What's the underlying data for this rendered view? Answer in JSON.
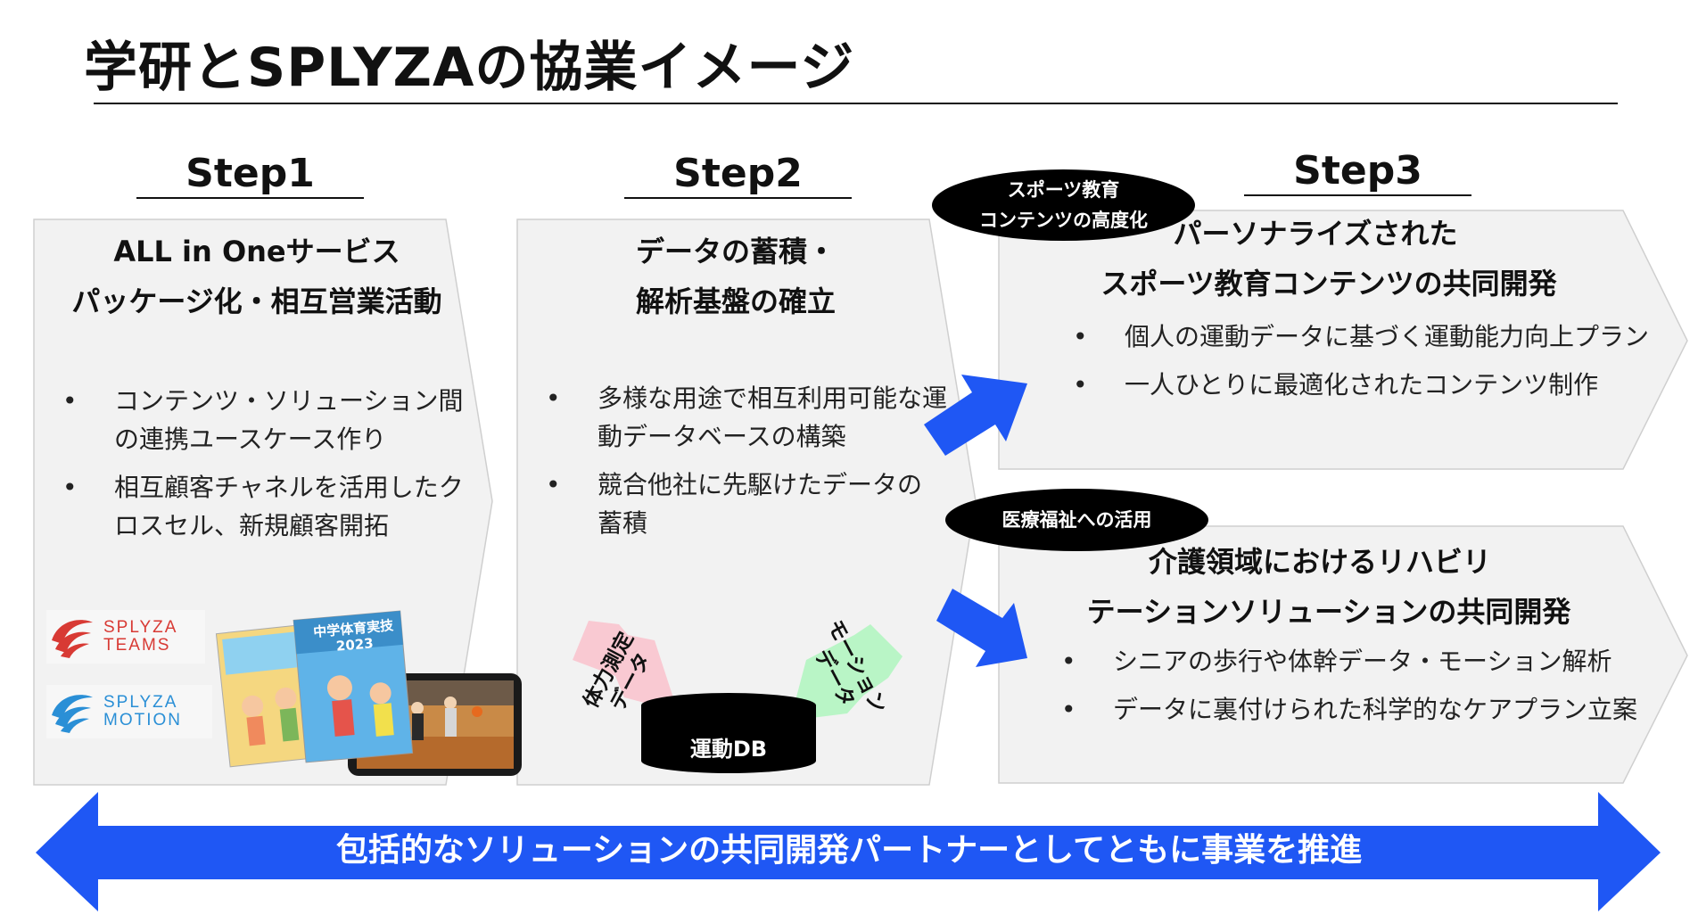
{
  "title": "学研とSPLYZAの協業イメージ",
  "steps": [
    {
      "label": "Step1",
      "title_lines": [
        "ALL in Oneサービス",
        "パッケージ化・相互営業活動"
      ],
      "bullets": [
        [
          "コンテンツ・ソリューション間",
          "の連携ユースケース作り"
        ],
        [
          "相互顧客チャネルを活用したク",
          "ロスセル、新規顧客開拓"
        ]
      ],
      "logos": [
        {
          "line1": "SPLYZA",
          "line2": "TEAMS",
          "color": "#d83a34"
        },
        {
          "line1": "SPLYZA",
          "line2": "MOTION",
          "color": "#2a8fd6"
        }
      ],
      "book_title": "中学体育実技",
      "book_year": "2023"
    },
    {
      "label": "Step2",
      "title_lines": [
        "データの蓄積・",
        "解析基盤の確立"
      ],
      "bullets": [
        [
          "多様な用途で相互利用可能な運",
          "動データベースの構築"
        ],
        [
          "競合他社に先駆けたデータの",
          "蓄積"
        ]
      ],
      "db_label": "運動DB",
      "left_arrow_label": [
        "体力測定",
        "データ"
      ],
      "right_arrow_label": [
        "モーション",
        "データ"
      ]
    },
    {
      "label": "Step3",
      "upper": {
        "badge": [
          "スポーツ教育",
          "コンテンツの高度化"
        ],
        "title_lines": [
          "パーソナライズされた",
          "スポーツ教育コンテンツの共同開発"
        ],
        "bullets": [
          "個人の運動データに基づく運動能力向上プラン",
          "一人ひとりに最適化されたコンテンツ制作"
        ]
      },
      "lower": {
        "badge": [
          "医療福祉への活用"
        ],
        "title_lines": [
          "介護領域におけるリハビリ",
          "テーションソリューションの共同開発"
        ],
        "bullets": [
          "シニアの歩行や体幹データ・モーション解析",
          "データに裏付けられた科学的なケアプラン立案"
        ]
      }
    }
  ],
  "bottom_banner": "包括的なソリューションの共同開発パートナーとしてともに事業を推進",
  "colors": {
    "accent_blue": "#1f57f4",
    "panel_fill": "#f2f2f2",
    "panel_stroke": "#cfcfcf",
    "pink": "#f9c9d2",
    "green": "#b9f5c6",
    "black": "#000000"
  }
}
